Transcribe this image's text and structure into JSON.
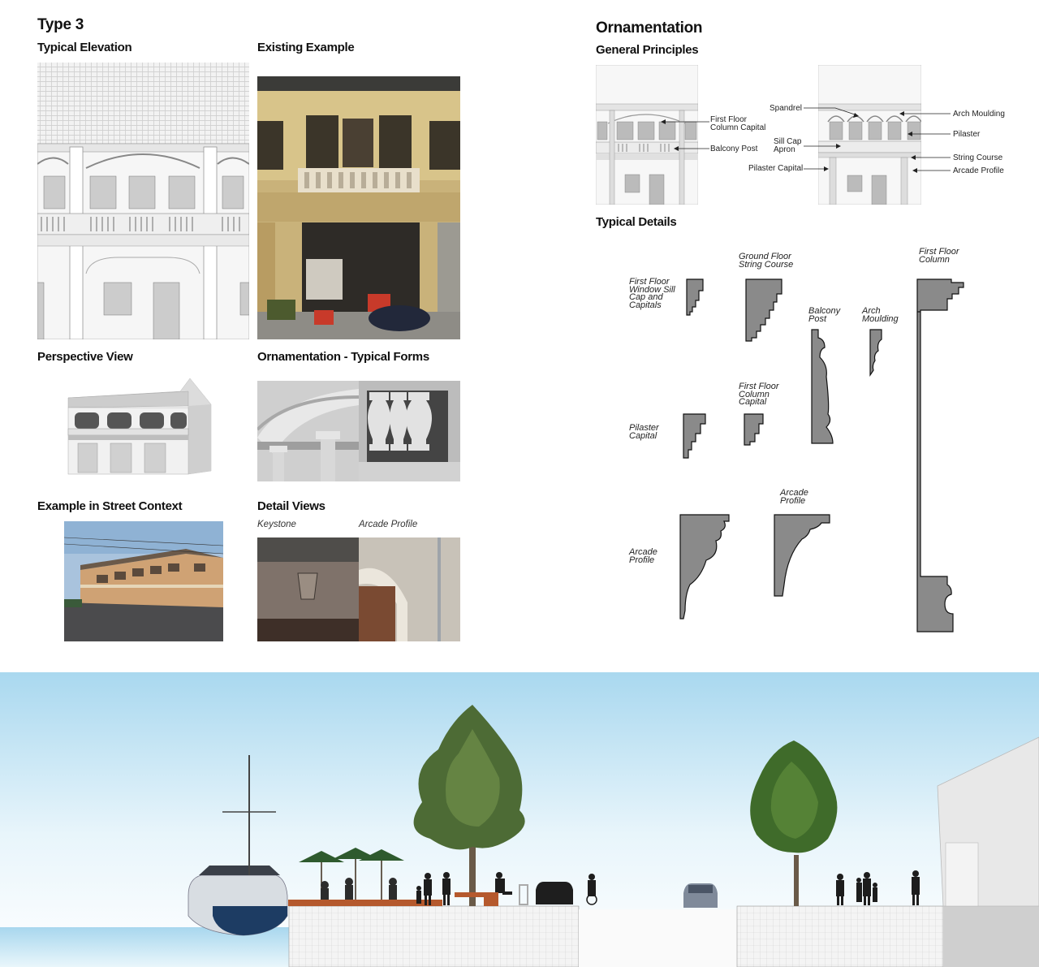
{
  "left_panel": {
    "title": "Type 3",
    "typical_elevation": "Typical Elevation",
    "existing_example": "Existing Example",
    "perspective_view": "Perspective View",
    "ornamentation_forms": "Ornamentation - Typical Forms",
    "street_context": "Example in Street Context",
    "detail_views": "Detail Views",
    "detail_captions": [
      "Keystone",
      "Arcade Profile"
    ]
  },
  "right_panel": {
    "title": "Ornamentation",
    "general_principles": "General Principles",
    "principle_labels": {
      "first_floor_column_capital": "First Floor\nColumn Capital",
      "balcony_post": "Balcony Post",
      "spandrel": "Spandrel",
      "sill_cap_apron": "Sill Cap\nApron",
      "pilaster_capital": "Pilaster Capital",
      "arch_moulding": "Arch Moulding",
      "pilaster": "Pilaster",
      "string_course": "String Course",
      "arcade_profile": "Arcade Profile"
    },
    "typical_details": "Typical Details",
    "detail_labels": {
      "window_sill": "First Floor\nWindow Sill\nCap and\nCapitals",
      "ground_string": "Ground Floor\nString Course",
      "first_column": "First Floor\nColumn",
      "balcony_post": "Balcony\nPost",
      "arch_moulding": "Arch\nMoulding",
      "column_capital": "First Floor\nColumn\nCapital",
      "pilaster_capital": "Pilaster\nCapital",
      "arcade_profile_upper": "Arcade\nProfile",
      "arcade_profile_lower": "Arcade\nProfile"
    }
  },
  "colors": {
    "profile_fill": "#8a8a8a",
    "sky_top": "#a9d8ef",
    "water": "#bfe3f2",
    "boat_hull": "#1d3c63"
  }
}
